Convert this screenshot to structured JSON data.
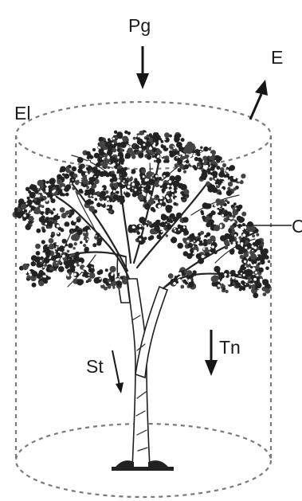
{
  "labels": {
    "top_flux": "Pg",
    "outgoing_flux": "E",
    "boundary": "El",
    "canopy_partial": "C",
    "down_flux": "Tn",
    "stem_flux": "St"
  },
  "icons": {
    "top_flux": "arrow-down-icon",
    "outgoing_flux": "arrow-up-right-icon",
    "down_flux": "arrow-down-icon",
    "stem_flux": "arrow-down-icon",
    "tree": "tree-illustration"
  },
  "colors": {
    "ink": "#1c1c1c",
    "dashed_boundary": "#7a7a7a",
    "background": "#ffffff"
  }
}
